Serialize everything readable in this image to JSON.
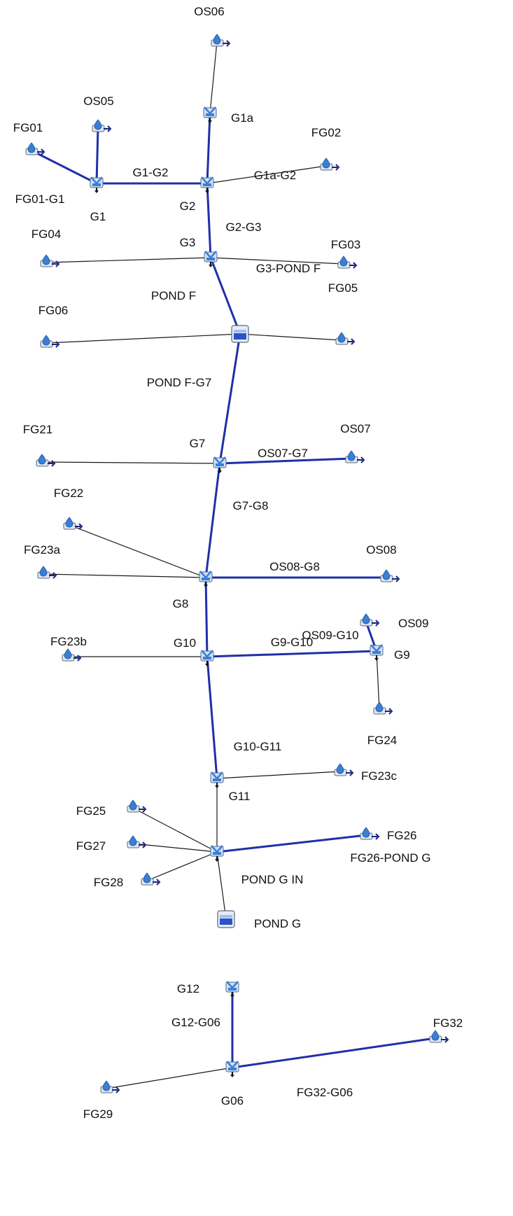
{
  "diagram": {
    "colors": {
      "link": "#1a1a1a",
      "main_link": "#1f2fa8",
      "node_blue": "#3a7fd6",
      "pond": "#2a52c9"
    },
    "nodes": [
      {
        "id": "OS06",
        "label": "OS06",
        "kind": "subbasin"
      },
      {
        "id": "G1a",
        "label": "G1a",
        "kind": "junction"
      },
      {
        "id": "OS05",
        "label": "OS05",
        "kind": "subbasin"
      },
      {
        "id": "FG01",
        "label": "FG01",
        "kind": "subbasin"
      },
      {
        "id": "FG02",
        "label": "FG02",
        "kind": "subbasin"
      },
      {
        "id": "G1",
        "label": "G1",
        "kind": "junction"
      },
      {
        "id": "G2",
        "label": "G2",
        "kind": "junction"
      },
      {
        "id": "FG04",
        "label": "FG04",
        "kind": "subbasin"
      },
      {
        "id": "G3",
        "label": "G3",
        "kind": "junction"
      },
      {
        "id": "FG03",
        "label": "FG03",
        "kind": "subbasin"
      },
      {
        "id": "POND_F",
        "label": "POND F",
        "kind": "pond"
      },
      {
        "id": "FG06",
        "label": "FG06",
        "kind": "subbasin"
      },
      {
        "id": "FG05",
        "label": "FG05",
        "kind": "subbasin"
      },
      {
        "id": "FG21",
        "label": "FG21",
        "kind": "subbasin"
      },
      {
        "id": "G7",
        "label": "G7",
        "kind": "junction"
      },
      {
        "id": "OS07",
        "label": "OS07",
        "kind": "subbasin"
      },
      {
        "id": "FG22",
        "label": "FG22",
        "kind": "subbasin"
      },
      {
        "id": "FG23a",
        "label": "FG23a",
        "kind": "subbasin"
      },
      {
        "id": "G8",
        "label": "G8",
        "kind": "junction"
      },
      {
        "id": "OS08",
        "label": "OS08",
        "kind": "subbasin"
      },
      {
        "id": "OS09",
        "label": "OS09",
        "kind": "subbasin"
      },
      {
        "id": "FG23b",
        "label": "FG23b",
        "kind": "subbasin"
      },
      {
        "id": "G10",
        "label": "G10",
        "kind": "junction"
      },
      {
        "id": "G9",
        "label": "G9",
        "kind": "junction"
      },
      {
        "id": "FG24",
        "label": "FG24",
        "kind": "subbasin"
      },
      {
        "id": "G11",
        "label": "G11",
        "kind": "junction"
      },
      {
        "id": "FG23c",
        "label": "FG23c",
        "kind": "subbasin"
      },
      {
        "id": "FG25",
        "label": "FG25",
        "kind": "subbasin"
      },
      {
        "id": "FG27",
        "label": "FG27",
        "kind": "subbasin"
      },
      {
        "id": "FG28",
        "label": "FG28",
        "kind": "subbasin"
      },
      {
        "id": "POND_G_IN",
        "label": "POND G IN",
        "kind": "junction"
      },
      {
        "id": "FG26",
        "label": "FG26",
        "kind": "subbasin"
      },
      {
        "id": "POND_G",
        "label": "POND G",
        "kind": "pond"
      },
      {
        "id": "G12",
        "label": "G12",
        "kind": "junction"
      },
      {
        "id": "G06",
        "label": "G06",
        "kind": "junction"
      },
      {
        "id": "FG29",
        "label": "FG29",
        "kind": "subbasin"
      },
      {
        "id": "FG32",
        "label": "FG32",
        "kind": "subbasin"
      }
    ],
    "links": [
      {
        "from": "OS06",
        "to": "G1a",
        "label": "",
        "main": false
      },
      {
        "from": "G1a",
        "to": "G2",
        "label": "",
        "main": true
      },
      {
        "from": "OS05",
        "to": "G1",
        "label": "",
        "main": true
      },
      {
        "from": "FG01",
        "to": "G1",
        "label": "FG01-G1",
        "main": true
      },
      {
        "from": "G1",
        "to": "G2",
        "label": "G1-G2",
        "main": true
      },
      {
        "from": "FG02",
        "to": "G2",
        "label": "G1a-G2",
        "main": false
      },
      {
        "from": "G2",
        "to": "G3",
        "label": "G2-G3",
        "main": true
      },
      {
        "from": "FG04",
        "to": "G3",
        "label": "",
        "main": false
      },
      {
        "from": "FG03",
        "to": "G3",
        "label": "",
        "main": false
      },
      {
        "from": "G3",
        "to": "POND_F",
        "label": "G3-POND F",
        "main": true
      },
      {
        "from": "FG06",
        "to": "POND_F",
        "label": "",
        "main": false
      },
      {
        "from": "FG05",
        "to": "POND_F",
        "label": "",
        "main": false
      },
      {
        "from": "POND_F",
        "to": "G7",
        "label": "POND F-G7",
        "main": true
      },
      {
        "from": "FG21",
        "to": "G7",
        "label": "",
        "main": false
      },
      {
        "from": "OS07",
        "to": "G7",
        "label": "OS07-G7",
        "main": true
      },
      {
        "from": "G7",
        "to": "G8",
        "label": "G7-G8",
        "main": true
      },
      {
        "from": "FG22",
        "to": "G8",
        "label": "",
        "main": false
      },
      {
        "from": "FG23a",
        "to": "G8",
        "label": "",
        "main": false
      },
      {
        "from": "OS08",
        "to": "G8",
        "label": "OS08-G8",
        "main": true
      },
      {
        "from": "G8",
        "to": "G10",
        "label": "",
        "main": true
      },
      {
        "from": "OS09",
        "to": "G9",
        "label": "OS09-G10",
        "main": true
      },
      {
        "from": "FG24",
        "to": "G9",
        "label": "",
        "main": false
      },
      {
        "from": "G9",
        "to": "G10",
        "label": "G9-G10",
        "main": true
      },
      {
        "from": "FG23b",
        "to": "G10",
        "label": "",
        "main": false
      },
      {
        "from": "G10",
        "to": "G11",
        "label": "G10-G11",
        "main": true
      },
      {
        "from": "FG23c",
        "to": "G11",
        "label": "",
        "main": false
      },
      {
        "from": "G11",
        "to": "POND_G_IN",
        "label": "",
        "main": false
      },
      {
        "from": "FG25",
        "to": "POND_G_IN",
        "label": "",
        "main": false
      },
      {
        "from": "FG27",
        "to": "POND_G_IN",
        "label": "",
        "main": false
      },
      {
        "from": "FG28",
        "to": "POND_G_IN",
        "label": "",
        "main": false
      },
      {
        "from": "FG26",
        "to": "POND_G_IN",
        "label": "FG26-POND G",
        "main": true
      },
      {
        "from": "POND_G_IN",
        "to": "POND_G",
        "label": "",
        "main": false
      },
      {
        "from": "G12",
        "to": "G06",
        "label": "G12-G06",
        "main": true
      },
      {
        "from": "FG29",
        "to": "G06",
        "label": "",
        "main": false
      },
      {
        "from": "FG32",
        "to": "G06",
        "label": "FG32-G06",
        "main": true
      }
    ]
  }
}
